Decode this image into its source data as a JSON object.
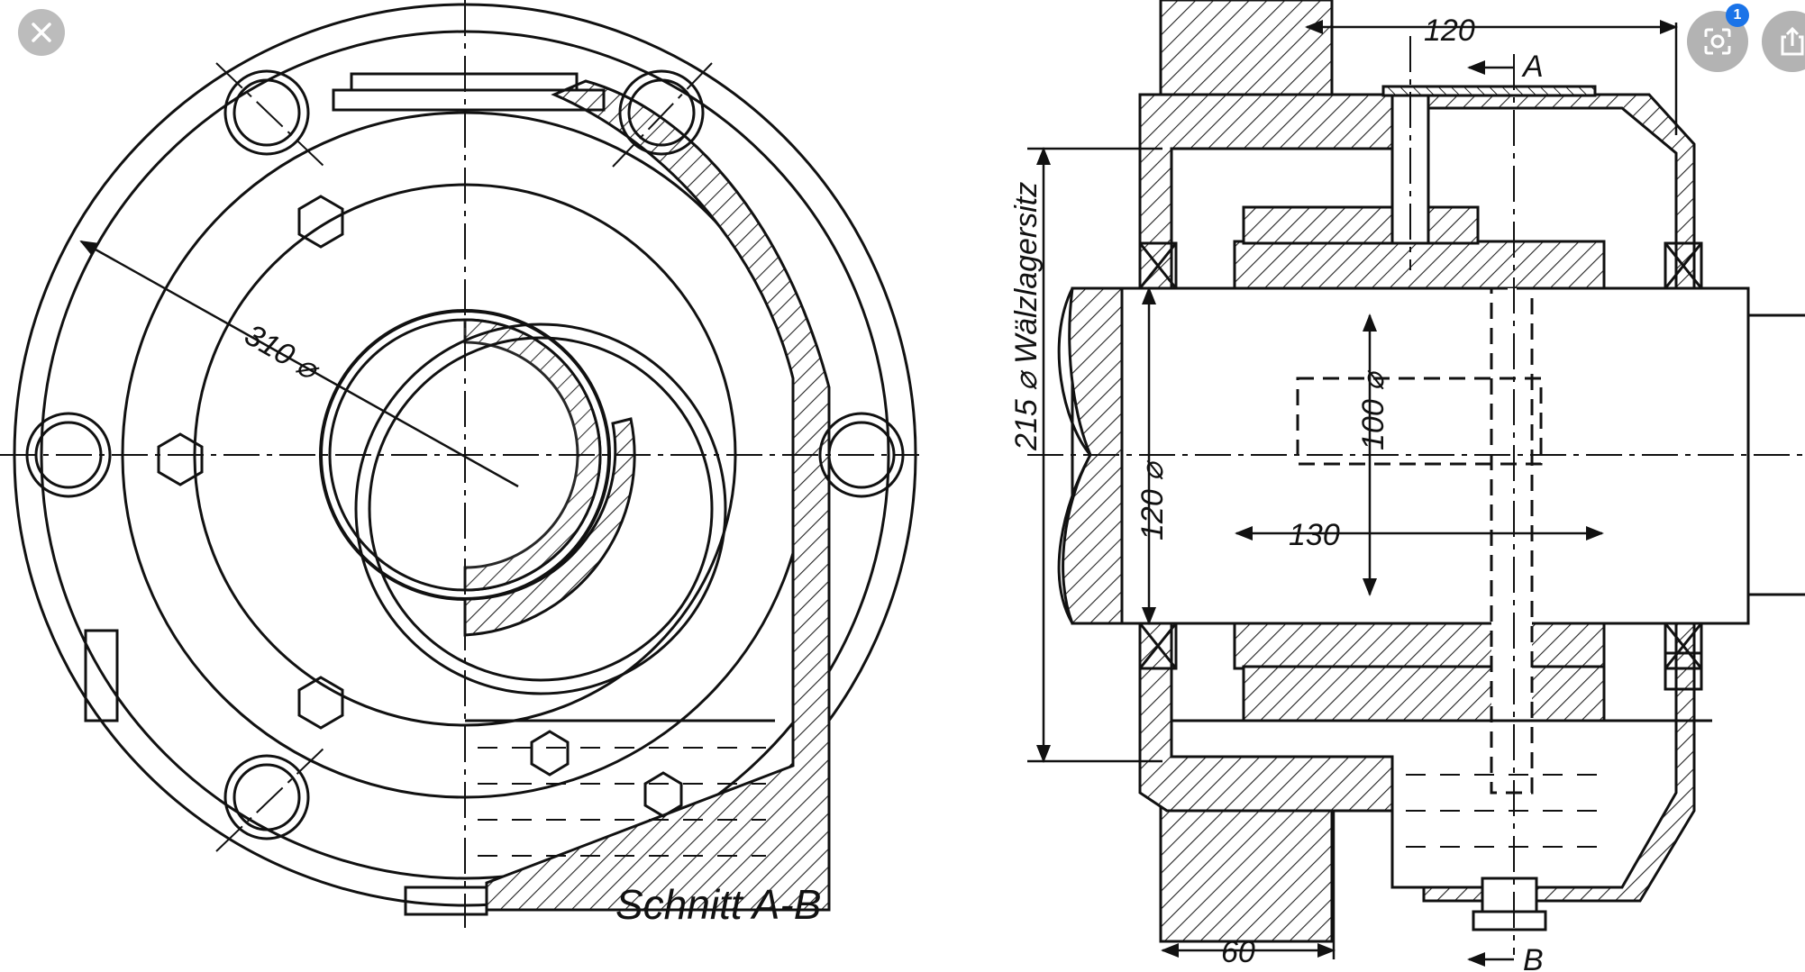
{
  "toolbar": {
    "close_icon": "close-icon",
    "lens_icon": "lens-icon",
    "share_icon": "share-icon",
    "lens_badge": "1"
  },
  "drawing": {
    "caption": "Schnitt A-B",
    "dimensions": {
      "outer_diameter": "310 ⌀",
      "top_width": "120",
      "section_a": "A",
      "section_b": "B",
      "bearing_seat": "215 ⌀ Wälzlagersitz",
      "inner_diameter": "100 ⌀",
      "shaft_diameter": "120 ⌀",
      "bore_length": "130",
      "flange_width": "60"
    }
  }
}
